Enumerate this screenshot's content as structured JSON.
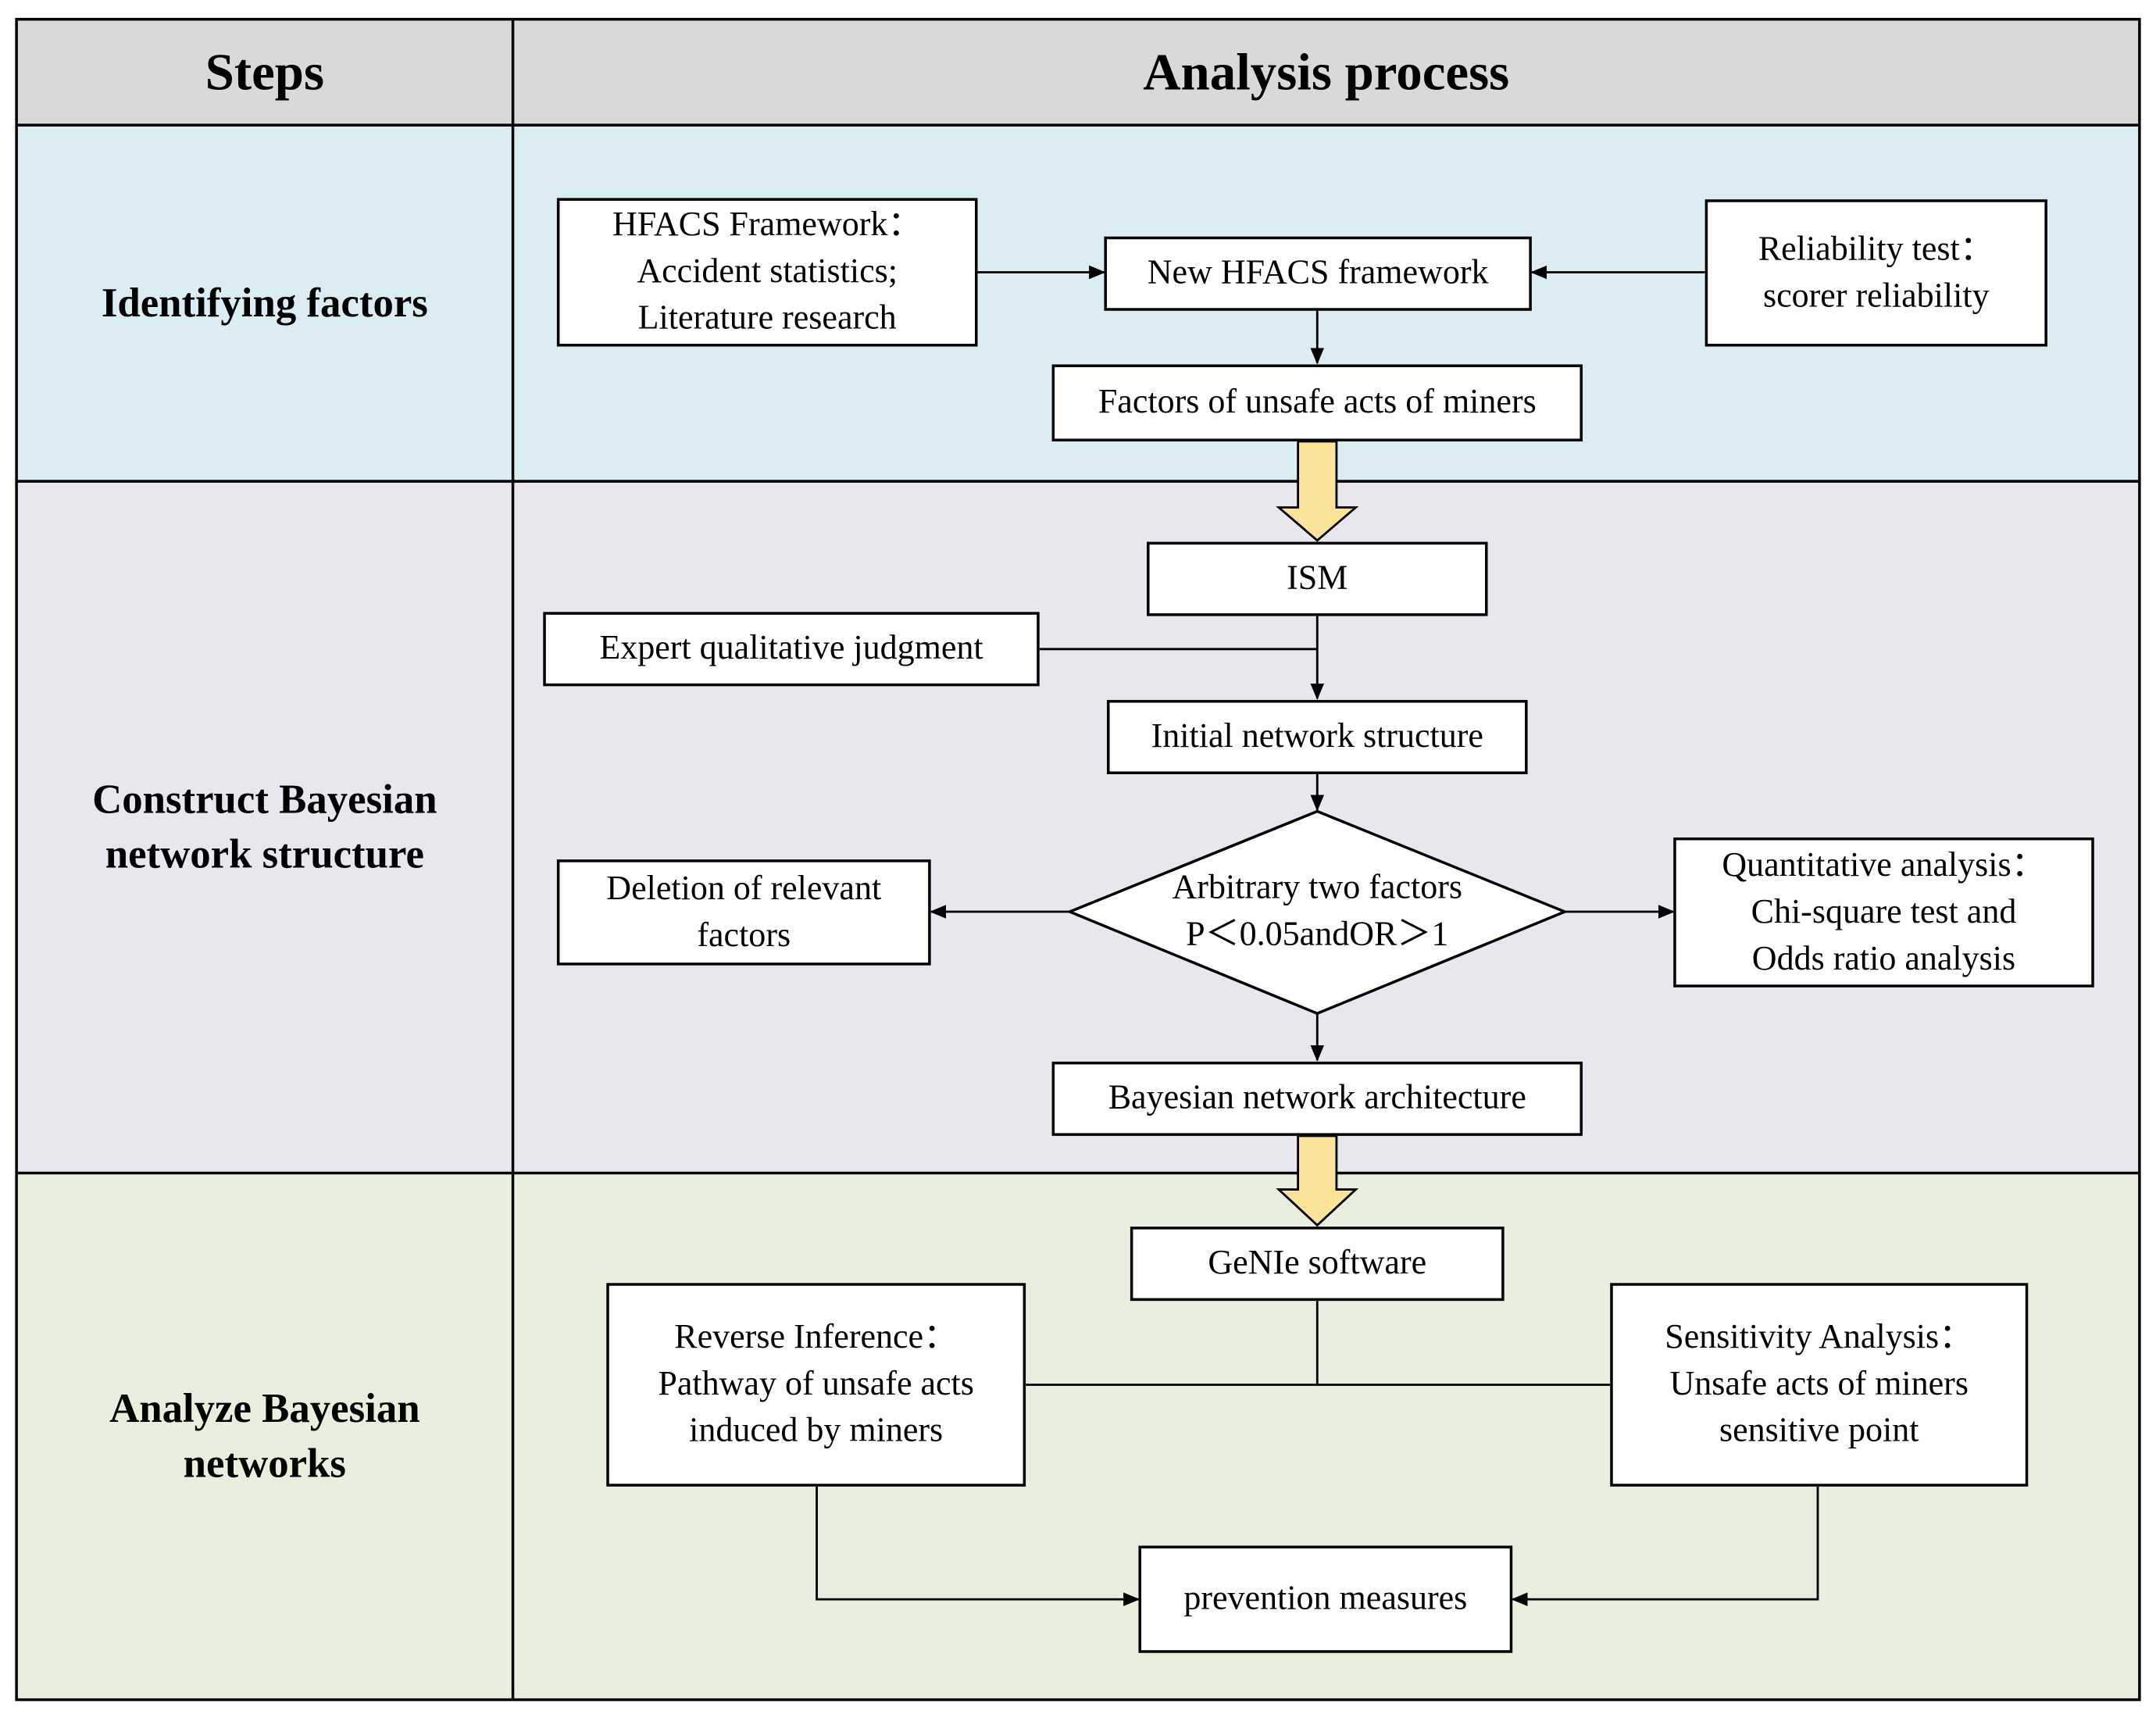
{
  "colors": {
    "header_bg": "#d9d9d9",
    "band_identify": "#dbedf2",
    "band_construct": "#e9e6ee",
    "band_analyze": "#e9efdf",
    "big_arrow_fill": "#fbe49a",
    "line": "#000000"
  },
  "header": {
    "steps": "Steps",
    "analysis": "Analysis process"
  },
  "steps": {
    "identify": "Identifying factors",
    "construct": "Construct Bayesian\nnetwork structure",
    "analyze": "Analyze Bayesian\nnetworks"
  },
  "nodes": {
    "hfacs_framework": "HFACS Framework：\nAccident statistics;\nLiterature research",
    "new_hfacs": "New HFACS framework",
    "reliability": "Reliability test：\nscorer reliability",
    "factors_unsafe": "Factors of unsafe acts of miners",
    "ism": "ISM",
    "expert": "Expert qualitative judgment",
    "initial_network": "Initial network structure",
    "decision": "Arbitrary two factors\nP＜0.05andOR＞1",
    "deletion": "Deletion of relevant\nfactors",
    "quantitative": "Quantitative analysis：\nChi-square test and\nOdds ratio analysis",
    "bayesian_arch": "Bayesian network architecture",
    "genie": "GeNIe software",
    "reverse": "Reverse Inference：\nPathway of unsafe acts\ninduced by miners",
    "sensitivity": "Sensitivity Analysis：\nUnsafe acts of miners\nsensitive point",
    "prevention": "prevention measures"
  }
}
